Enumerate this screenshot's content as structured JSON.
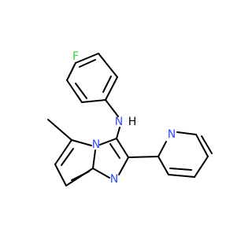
{
  "molecule": {
    "atom_labels": {
      "fluorine": "F",
      "amine_n": "N",
      "amine_h": "H",
      "ring_n_bridge": "N",
      "ring_n_imidazole": "N",
      "ring_n_pyridyl": "N"
    },
    "colors": {
      "bond": "#000000",
      "F": "#33cc33",
      "N": "#3050f8",
      "H": "#000000"
    }
  }
}
